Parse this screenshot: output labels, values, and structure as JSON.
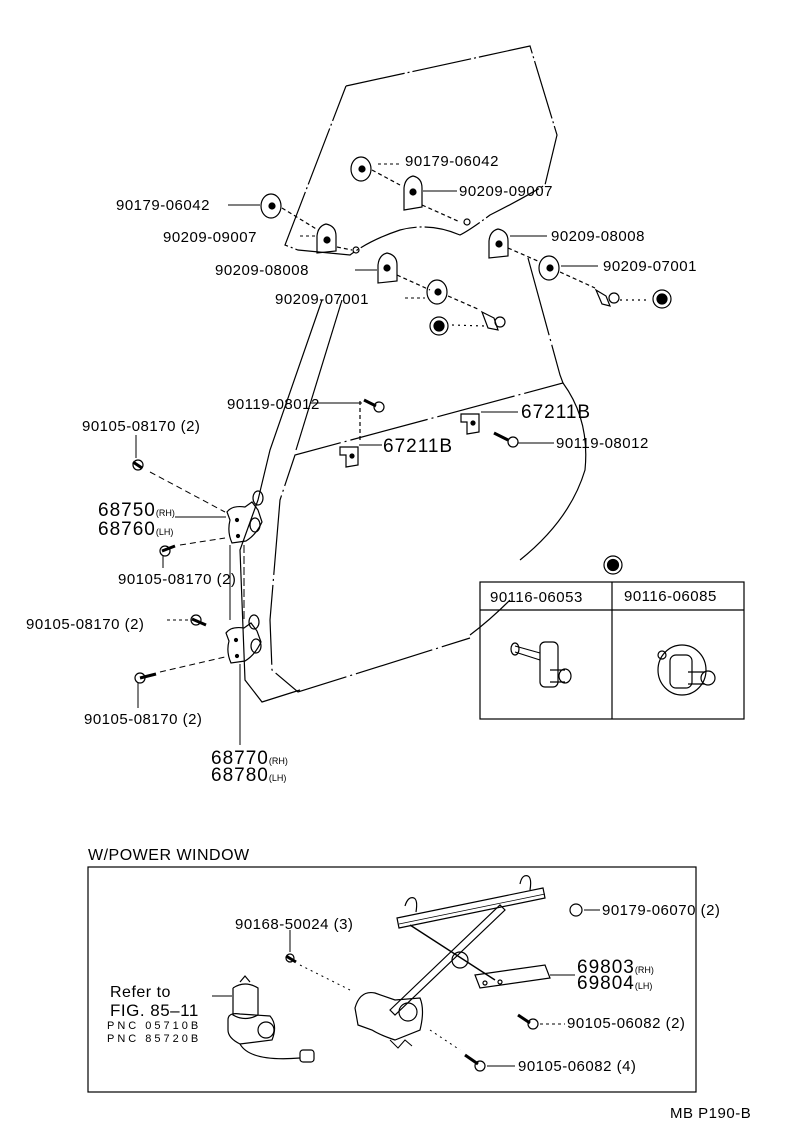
{
  "diagram": {
    "type": "exploded parts diagram",
    "subject": "Rear door glass, hinges and window regulator",
    "figure_code": "MB P190-B"
  },
  "labels": {
    "p_90179_06042_a": "90179-06042",
    "p_90209_09007_a": "90209-09007",
    "p_90179_06042_b": "90179-06042",
    "p_90209_09007_b": "90209-09007",
    "p_90209_08008_a": "90209-08008",
    "p_90209_08008_b": "90209-08008",
    "p_90209_07001_a": "90209-07001",
    "p_90209_07001_b": "90209-07001",
    "p_90119_08012_a": "90119-08012",
    "p_90119_08012_b": "90119-08012",
    "p_67211b_a": "67211B",
    "p_67211b_b": "67211B",
    "p_90105_08170_1": "90105-08170 (2)",
    "p_90105_08170_2": "90105-08170 (2)",
    "p_90105_08170_3": "90105-08170 (2)",
    "p_90105_08170_4": "90105-08170 (2)",
    "hinge_upper_rh": "68750",
    "hinge_upper_rh_side": "(RH)",
    "hinge_upper_lh": "68760",
    "hinge_upper_lh_side": "(LH)",
    "hinge_lower_rh": "68770",
    "hinge_lower_rh_side": "(RH)",
    "hinge_lower_lh": "68780",
    "hinge_lower_lh_side": "(LH)"
  },
  "variant_table": {
    "headers": [
      "90116-06053",
      "90116-06085"
    ],
    "symbol": "filled-circle-marker"
  },
  "power_window": {
    "title": "W/POWER WINDOW",
    "p_90168_50024": "90168-50024 (3)",
    "p_90179_06070": "90179-06070 (2)",
    "regulator_rh": "69803",
    "regulator_rh_side": "(RH)",
    "regulator_lh": "69804",
    "regulator_lh_side": "(LH)",
    "p_90105_06082_a": "90105-06082 (2)",
    "p_90105_06082_b": "90105-06082 (4)",
    "refer_line1": "Refer to",
    "refer_line2": "FIG. 85–11",
    "pnc_line1": "PNC 05710B",
    "pnc_line2": "PNC 85720B"
  },
  "footer": {
    "code": "MB P190-B"
  }
}
